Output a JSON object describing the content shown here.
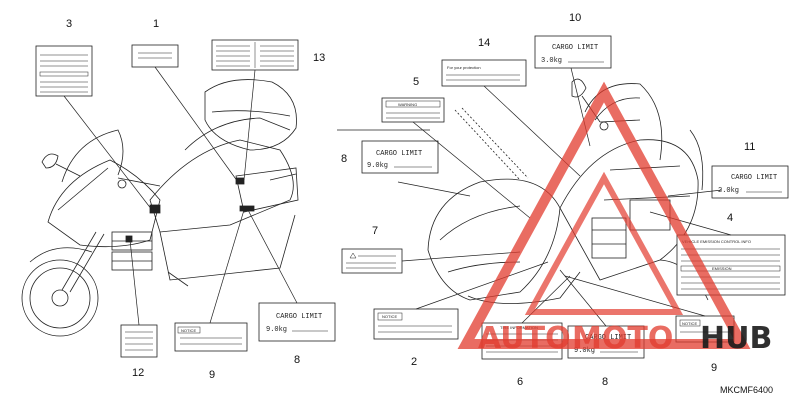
{
  "diagram": {
    "code": "MKCMF6400",
    "callouts": {
      "c1": "1",
      "c2": "2",
      "c3": "3",
      "c4": "4",
      "c5": "5",
      "c6": "6",
      "c7": "7",
      "c8a": "8",
      "c8b": "8",
      "c8c": "8",
      "c9a": "9",
      "c9b": "9",
      "c10": "10",
      "c11": "11",
      "c12": "12",
      "c13": "13",
      "c14": "14"
    },
    "labels": {
      "cargo": "CARGO LIMIT",
      "w30": "3.0kg",
      "w20": "2.0kg",
      "w90": "9.0kg",
      "notice": "NOTICE",
      "warning": "WARNING",
      "protection": "For your protection",
      "tire": "TIRE INFORMATION",
      "emission": "EMISSION",
      "vehicle_emission": "VEHICLE EMISSION CONTROL INFO"
    }
  },
  "watermark": {
    "part1": "AUTO",
    "part2": "MOTO",
    "part3": "HUB",
    "accent": "#e23b2e",
    "dark": "#1a1a1a"
  }
}
